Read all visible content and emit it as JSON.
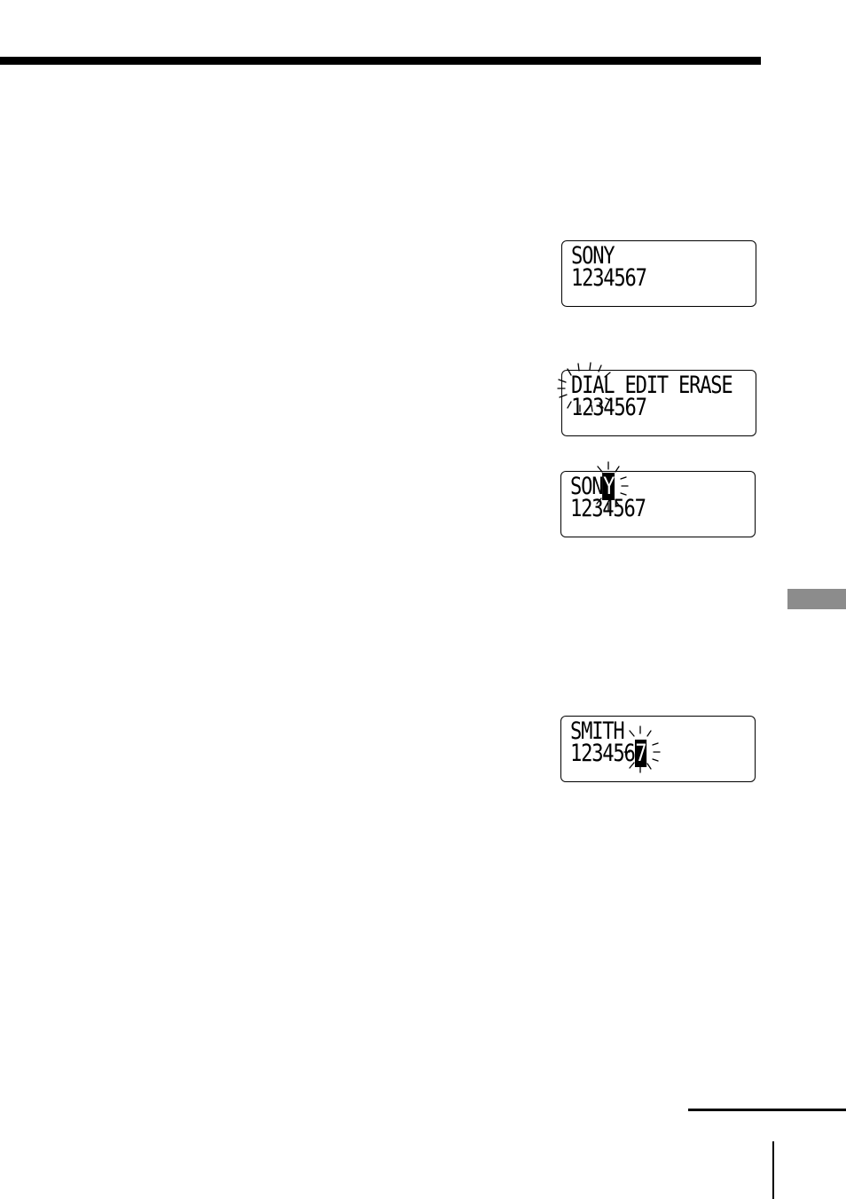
{
  "displays": [
    {
      "line1": "SONY",
      "line2": "1234567"
    },
    {
      "line1": "DIAL EDIT ERASE",
      "line2": "1234567",
      "blinking": "DIAL"
    },
    {
      "line1_text": "SON",
      "line1_cursor": "Y",
      "line2": "1234567",
      "blinking": "Y"
    },
    {
      "line1": "SMITH",
      "line2_text": "123456",
      "line2_cursor": "7",
      "blinking": "7"
    }
  ],
  "colors": {
    "ink": "#000000",
    "tab": "#8c8c8c"
  },
  "icons": [
    "blink-icon"
  ]
}
